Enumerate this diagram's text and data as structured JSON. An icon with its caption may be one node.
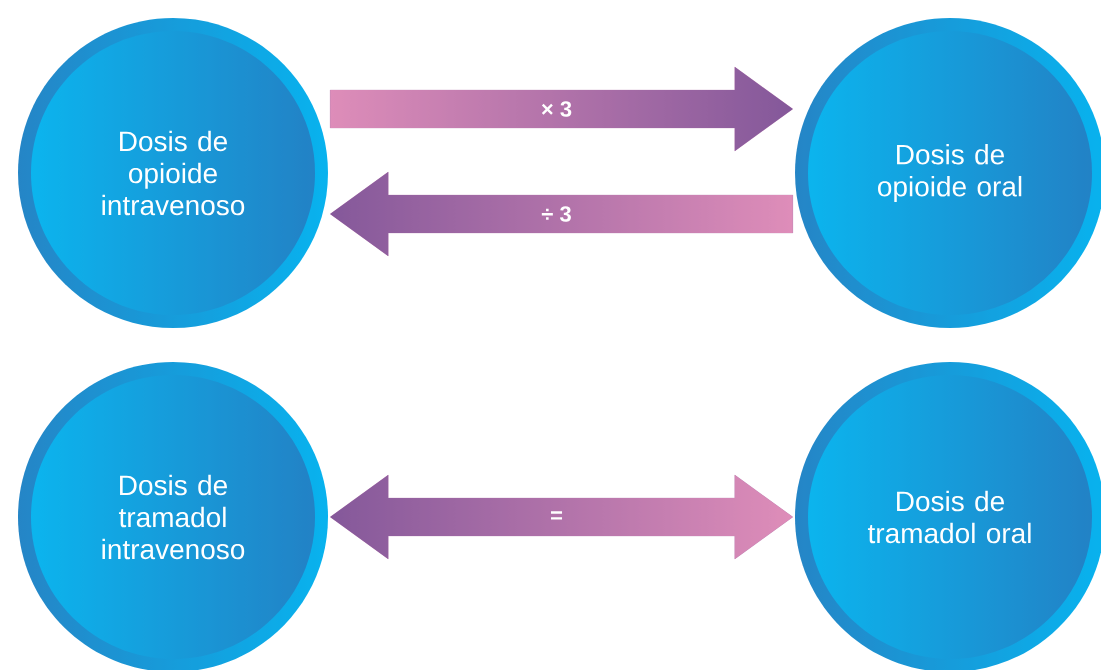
{
  "diagram": {
    "nodes": [
      {
        "text": [
          "Dosis de opioide intravenoso"
        ]
      },
      {
        "text": [
          "Dosis de opioide oral"
        ]
      },
      {
        "text": [
          "Dosis de tramadol intravenoso"
        ]
      },
      {
        "text": [
          "Dosis de tramadol oral"
        ]
      }
    ],
    "edges": [
      {
        "from": 0,
        "to": 1,
        "arrow": "to",
        "label": "× 3"
      },
      {
        "from": 1,
        "to": 0,
        "arrow": "to",
        "label": "÷ 3"
      },
      {
        "from": 2,
        "to": 3,
        "arrow": "both",
        "label": "="
      }
    ]
  }
}
